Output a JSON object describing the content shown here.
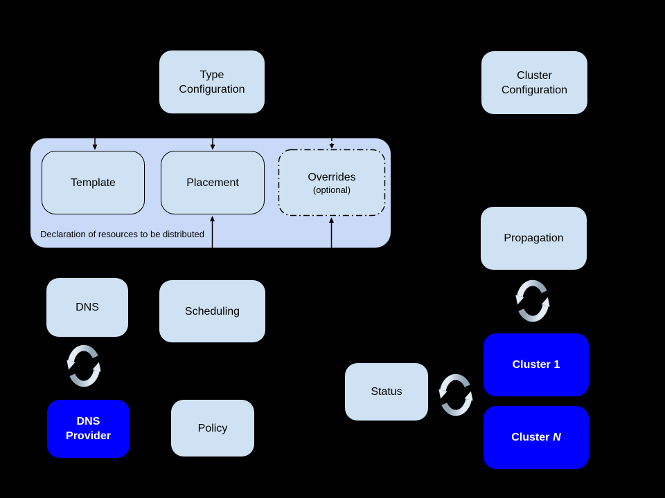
{
  "palette": {
    "canvas_bg": "#000000",
    "container_fill": "#c9daf8",
    "box_fill": "#cfe2f3",
    "cluster_fill": "#0000ff",
    "text_dark": "#000000",
    "text_light": "#ffffff",
    "sync_gray": "#93a7b5",
    "sync_light": "#e2ecf6"
  },
  "icons": {
    "sync": "circular-sync-arrows"
  },
  "nodes": {
    "type_configuration": {
      "line1": "Type",
      "line2": "Configuration"
    },
    "cluster_configuration": {
      "line1": "Cluster",
      "line2": "Configuration"
    },
    "template": {
      "label": "Template"
    },
    "placement": {
      "label": "Placement"
    },
    "overrides": {
      "label": "Overrides",
      "sublabel": "(optional)"
    },
    "declaration_caption": {
      "label": "Declaration of resources to be distributed"
    },
    "dns": {
      "label": "DNS"
    },
    "scheduling": {
      "label": "Scheduling"
    },
    "dns_provider": {
      "line1": "DNS",
      "line2": "Provider"
    },
    "policy": {
      "label": "Policy"
    },
    "propagation": {
      "label": "Propagation"
    },
    "status": {
      "label": "Status"
    },
    "cluster_1": {
      "prefix": "Cluster",
      "suffix": "1"
    },
    "cluster_n": {
      "prefix": "Cluster",
      "suffix": "N"
    }
  }
}
